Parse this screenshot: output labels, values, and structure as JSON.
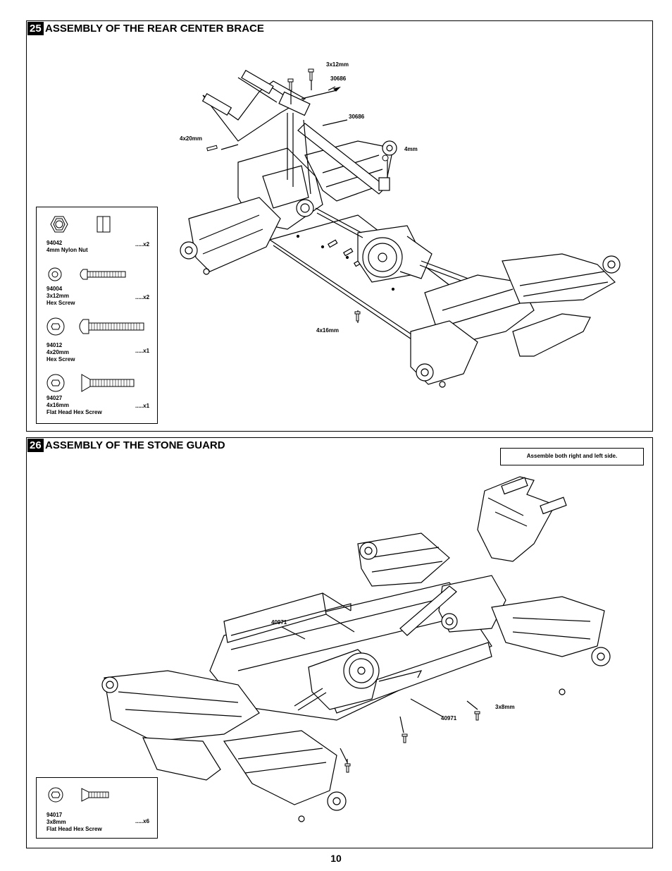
{
  "page_number": "10",
  "step25": {
    "number": "25",
    "title": "ASSEMBLY OF THE REAR CENTER BRACE",
    "callouts": {
      "c1": "3x12mm",
      "c2": "30686",
      "c3": "30686",
      "c4": "4x20mm",
      "c5": "4mm",
      "c6": "4x16mm"
    },
    "parts": [
      {
        "code": "94042",
        "desc": "4mm Nylon Nut",
        "qty": ".....x2"
      },
      {
        "code": "94004",
        "desc": "3x12mm\nHex Screw",
        "qty": ".....x2"
      },
      {
        "code": "94012",
        "desc": "4x20mm\nHex Screw",
        "qty": ".....x1"
      },
      {
        "code": "94027",
        "desc": "4x16mm\nFlat Head Hex Screw",
        "qty": ".....x1"
      }
    ]
  },
  "step26": {
    "number": "26",
    "title": "ASSEMBLY OF THE STONE GUARD",
    "note": "Assemble both right and left side.",
    "callouts": {
      "c1": "40971",
      "c2": "40971",
      "c3": "3x8mm"
    },
    "parts": [
      {
        "code": "94017",
        "desc": "3x8mm\nFlat Head Hex Screw",
        "qty": ".....x6"
      }
    ]
  }
}
